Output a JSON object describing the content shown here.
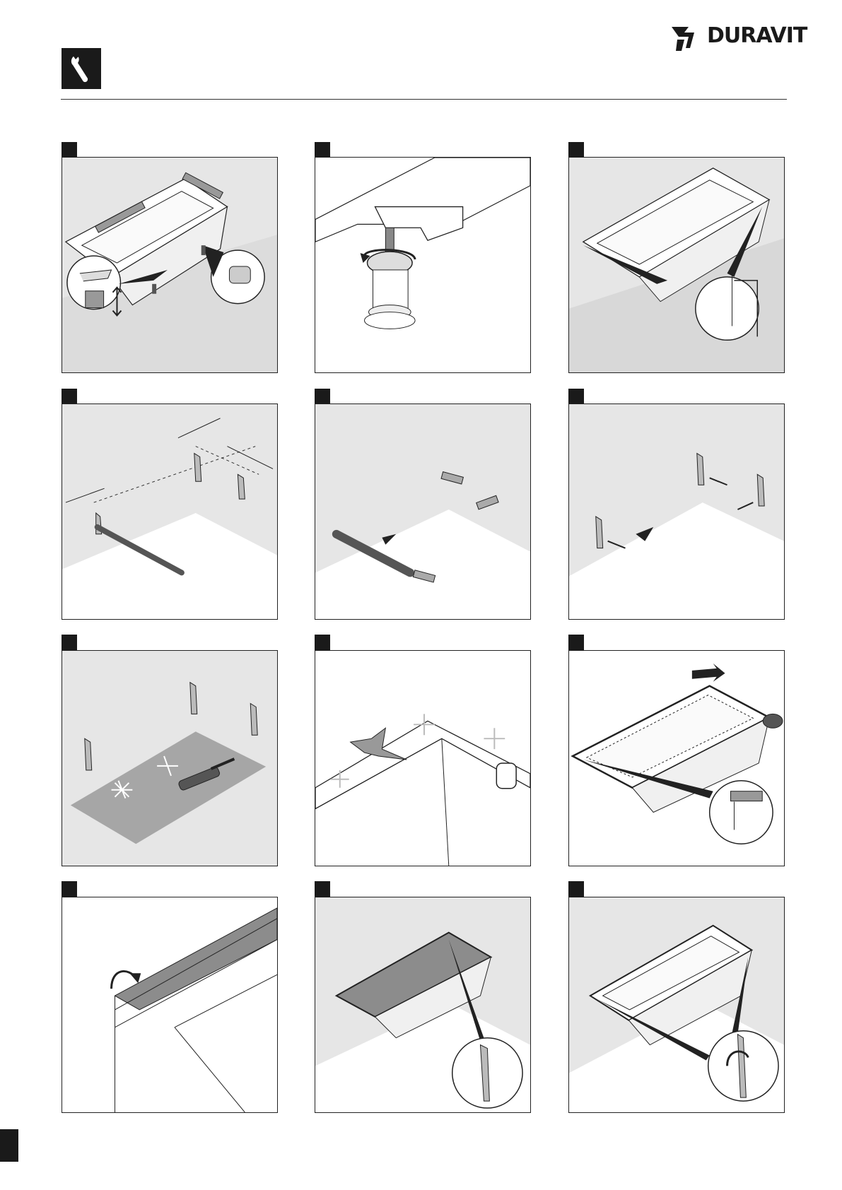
{
  "header": {
    "brand": "DURAVIT",
    "tool_icon": "wrench-icon"
  },
  "steps": [
    {
      "id": 1,
      "illustration": "bathtub-leveling-feet-adjust"
    },
    {
      "id": 2,
      "illustration": "foot-thread-adjust-rotate"
    },
    {
      "id": 3,
      "illustration": "mark-wall-position"
    },
    {
      "id": 4,
      "illustration": "measure-bracket-distance"
    },
    {
      "id": 5,
      "illustration": "drill-holes-insert-dowels"
    },
    {
      "id": 6,
      "illustration": "screw-wall-brackets"
    },
    {
      "id": 7,
      "illustration": "clean-floor-brush"
    },
    {
      "id": 8,
      "illustration": "clean-tub-rim-cloth"
    },
    {
      "id": 9,
      "illustration": "apply-sealing-tape"
    },
    {
      "id": 10,
      "illustration": "fold-sealing-strip"
    },
    {
      "id": 11,
      "illustration": "hang-tub-on-brackets"
    },
    {
      "id": 12,
      "illustration": "tub-installed-detail"
    }
  ],
  "colors": {
    "ink": "#1a1a1a",
    "wall": "#e6e6e6",
    "floor": "#d2d2d2",
    "dark_fill": "#8c8c8c"
  }
}
